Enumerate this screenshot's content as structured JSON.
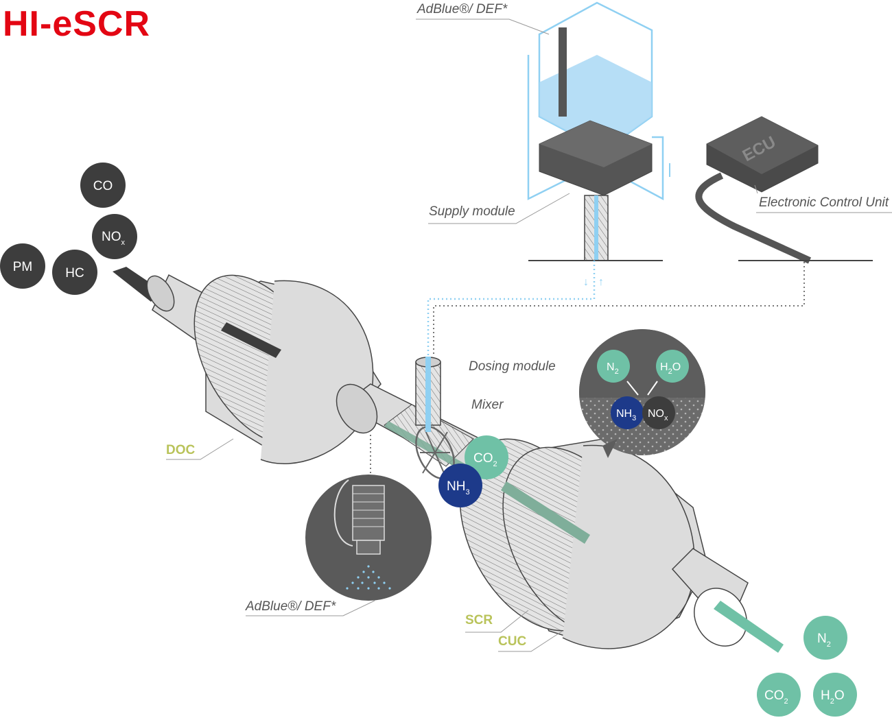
{
  "logo": {
    "text": "HI-eSCR"
  },
  "colors": {
    "dark": "#3d3d3d",
    "teal": "#6fc1a6",
    "navy": "#1d3a8a",
    "blue": "#8fd0f2",
    "yellow": "#b9c35a",
    "grey": "#dcdcdc"
  },
  "labels": {
    "adblue_top": "AdBlue®/ DEF*",
    "supply_module": "Supply module",
    "ecu": "ECU",
    "ecu_full": "Electronic Control Unit",
    "dosing_module": "Dosing module",
    "mixer": "Mixer",
    "adblue_bottom": "AdBlue®/ DEF*",
    "doc": "DOC",
    "scr": "SCR",
    "cuc": "CUC"
  },
  "molecules": {
    "inlet": [
      {
        "name": "CO",
        "sub": ""
      },
      {
        "name": "NO",
        "sub": "x"
      },
      {
        "name": "PM",
        "sub": ""
      },
      {
        "name": "HC",
        "sub": ""
      }
    ],
    "mixer": [
      {
        "name": "CO",
        "sub": "2"
      },
      {
        "name": "NH",
        "sub": "3"
      }
    ],
    "reaction": [
      {
        "name": "N",
        "sub": "2"
      },
      {
        "name": "H",
        "sub": "2",
        "tail": "O"
      },
      {
        "name": "NH",
        "sub": "3"
      },
      {
        "name": "NO",
        "sub": "x"
      }
    ],
    "outlet": [
      {
        "name": "N",
        "sub": "2"
      },
      {
        "name": "CO",
        "sub": "2"
      },
      {
        "name": "H",
        "sub": "2",
        "tail": "O"
      }
    ]
  }
}
